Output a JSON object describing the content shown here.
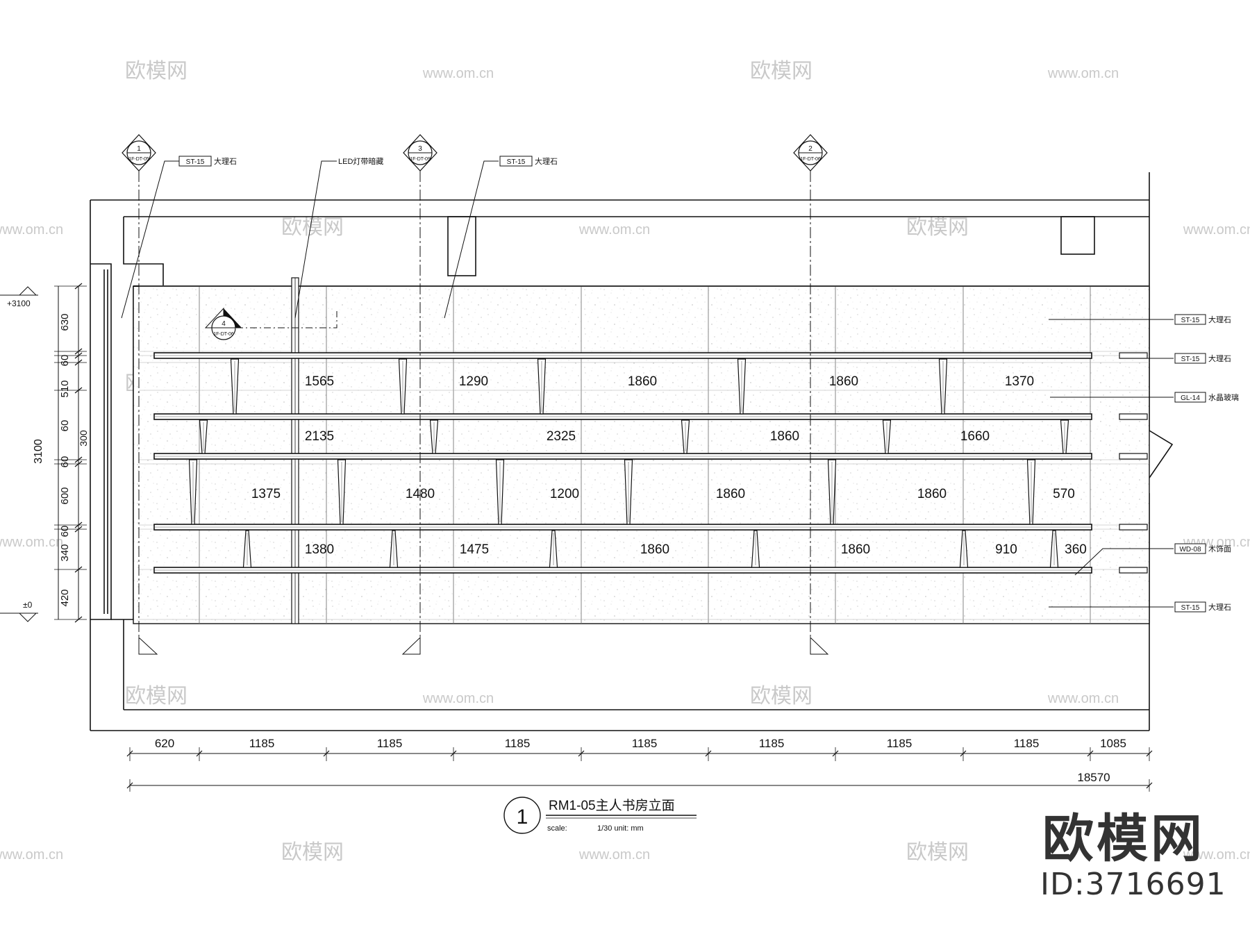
{
  "watermark": {
    "logo": "欧模网",
    "site": "www.om.cn"
  },
  "brand": {
    "logo": "欧模网",
    "id": "ID:3716691"
  },
  "section_markers": [
    {
      "num": "1",
      "ref": "1F-DT-05"
    },
    {
      "num": "3",
      "ref": "1F-DT-09"
    },
    {
      "num": "2",
      "ref": "1F-DT-06"
    }
  ],
  "detail_marker": {
    "num": "4",
    "ref": "1F-DT-06"
  },
  "callouts_top": [
    {
      "code": "ST-15",
      "text": "大理石"
    },
    {
      "code": "",
      "text": "LED灯带暗藏"
    },
    {
      "code": "ST-15",
      "text": "大理石"
    }
  ],
  "callouts_right": [
    {
      "code": "ST-15",
      "text": "大理石"
    },
    {
      "code": "ST-15",
      "text": "大理石"
    },
    {
      "code": "GL-14",
      "text": "水晶玻璃"
    },
    {
      "code": "WD-08",
      "text": "木饰面"
    },
    {
      "code": "ST-15",
      "text": "大理石"
    }
  ],
  "levels": {
    "top": "+3100",
    "bottom": "±0"
  },
  "left_dims": {
    "total": "3100",
    "inner": "300",
    "segments": [
      "630",
      "60",
      "510",
      "60",
      "60",
      "600",
      "60",
      "340",
      "420"
    ]
  },
  "shelf_dims": {
    "row1": [
      "1565",
      "1290",
      "1860",
      "1860",
      "1370"
    ],
    "row2": [
      "2135",
      "2325",
      "1860",
      "1660"
    ],
    "row3": [
      "1375",
      "1480",
      "1200",
      "1860",
      "1860",
      "570"
    ],
    "row4": [
      "1380",
      "1475",
      "1860",
      "1860",
      "910",
      "360"
    ]
  },
  "bottom_dims": {
    "segments": [
      "620",
      "1185",
      "1185",
      "1185",
      "1185",
      "1185",
      "1185",
      "1185",
      "1085"
    ],
    "total": "18570"
  },
  "title_block": {
    "number": "1",
    "title": "RM1-05主人书房立面",
    "scale_label": "scale:",
    "scale_value": "1/30 unit: mm"
  }
}
